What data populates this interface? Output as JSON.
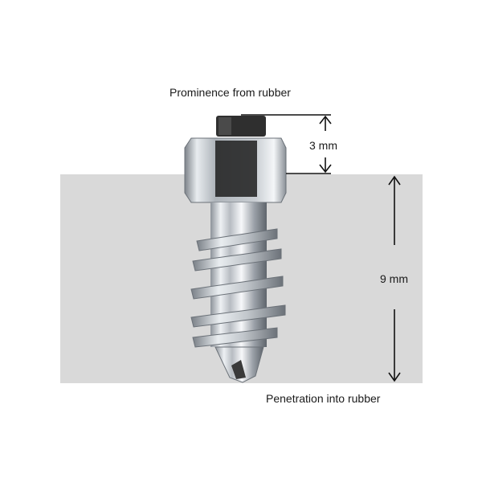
{
  "labels": {
    "top": "Prominence from rubber",
    "bottom": "Penetration into rubber"
  },
  "dimensions": {
    "prominence": "3 mm",
    "penetration": "9 mm"
  },
  "colors": {
    "rubber_block": "#d9d9d9",
    "arrow": "#111111",
    "metal_light": "#f2f4f6",
    "metal_mid": "#b7bcc2",
    "metal_dark": "#6f757c",
    "tip_dark": "#2f2f2f"
  },
  "icons": {
    "stud": "spike-stud-icon",
    "dimension_arrow": "double-arrow-icon"
  }
}
